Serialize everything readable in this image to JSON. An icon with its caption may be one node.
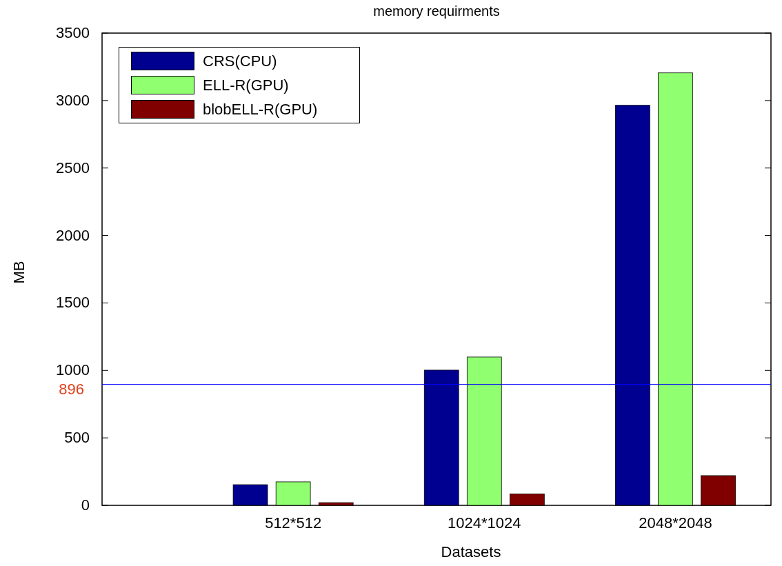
{
  "diagram": {
    "chart_data": {
      "type": "bar",
      "title": "memory requirments",
      "xlabel": "Datasets",
      "ylabel": "MB",
      "categories": [
        "512*512",
        "1024*1024",
        "2048*2048"
      ],
      "series": [
        {
          "name": "CRS(CPU)",
          "color": "#000090",
          "values": [
            153,
            1002,
            2965
          ]
        },
        {
          "name": "ELL-R(GPU)",
          "color": "#90ff70",
          "values": [
            174,
            1099,
            3205
          ]
        },
        {
          "name": "blobELL-R(GPU)",
          "color": "#800000",
          "values": [
            20,
            85,
            220
          ]
        }
      ],
      "ylim": [
        0,
        3500
      ],
      "yticks": [
        0,
        500,
        1000,
        1500,
        2000,
        2500,
        3000,
        3500
      ],
      "legend": true,
      "ref_lines": [
        {
          "axis": "y",
          "value": 896,
          "label": "896",
          "color": "#0000ff"
        }
      ]
    }
  }
}
